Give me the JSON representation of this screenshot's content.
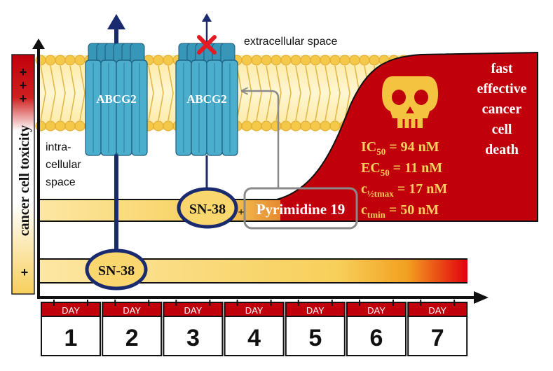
{
  "yaxis": {
    "label": "cancer cell toxicity",
    "signs_high": [
      "+",
      "+",
      "+"
    ],
    "sign_low": "+"
  },
  "membrane": {
    "extracellular": "extracellular space",
    "intracellular": [
      "intra-",
      "cellular",
      "space"
    ]
  },
  "transporters": [
    {
      "label": "ABCG2"
    },
    {
      "label": "ABCG2"
    }
  ],
  "drugs": {
    "sn38": "SN-38",
    "combo_plus": "+",
    "pyrimidine": "Pyrimidine 19"
  },
  "death": {
    "lines": [
      "fast",
      "effective",
      "cancer",
      "cell",
      "death"
    ]
  },
  "metrics": [
    {
      "base": "IC",
      "sub": "50",
      "value": " = 94 nM"
    },
    {
      "base": "EC",
      "sub": "50",
      "value": " = 11 nM"
    },
    {
      "base": "c",
      "sub": "½tmax",
      "value": " = 17 nM"
    },
    {
      "base": "c",
      "sub": "tmin",
      "value": " = 50 nM"
    }
  ],
  "days": [
    {
      "header": "DAY",
      "num": "1"
    },
    {
      "header": "DAY",
      "num": "2"
    },
    {
      "header": "DAY",
      "num": "3"
    },
    {
      "header": "DAY",
      "num": "4"
    },
    {
      "header": "DAY",
      "num": "5"
    },
    {
      "header": "DAY",
      "num": "6"
    },
    {
      "header": "DAY",
      "num": "7"
    }
  ],
  "colors": {
    "red": "#c0000b",
    "blue": "#1a2a6e",
    "teal": "#4aaecc",
    "yellow": "#f7cf5a",
    "lipid": "#f6d259"
  }
}
